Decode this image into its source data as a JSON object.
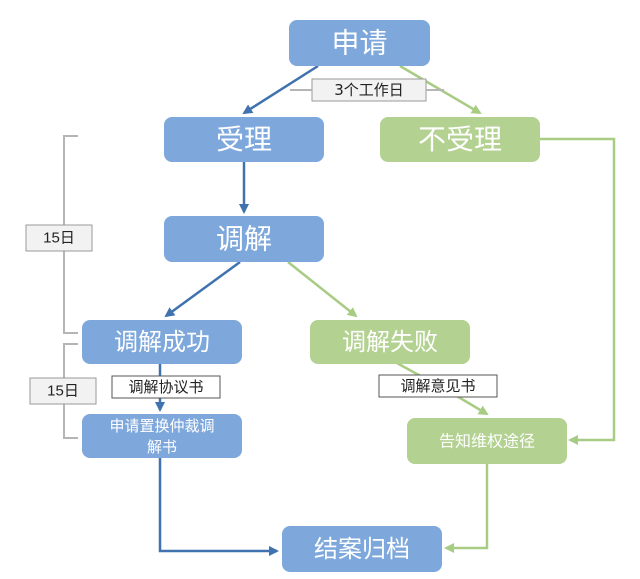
{
  "colors": {
    "blue_box": "#7ea8dc",
    "blue_line": "#3f72ae",
    "green_box": "#b3d191",
    "green_line": "#a9cc85",
    "bracket": "#b5b5b5",
    "label_bg": "#f2f2f2",
    "label_border": "#9a9a9a"
  },
  "nodes": {
    "apply": "申请",
    "accept": "受理",
    "reject": "不受理",
    "mediate": "调解",
    "mediate_success": "调解成功",
    "mediate_fail": "调解失败",
    "apply_arbitration_line1": "申请置换仲裁调",
    "apply_arbitration_line2": "解书",
    "inform_rights": "告知维权途径",
    "close_case": "结案归档"
  },
  "labels": {
    "working_days": "3个工作日",
    "days_15_top": "15日",
    "days_15_bottom": "15日",
    "agreement": "调解协议书",
    "opinion": "调解意见书"
  }
}
